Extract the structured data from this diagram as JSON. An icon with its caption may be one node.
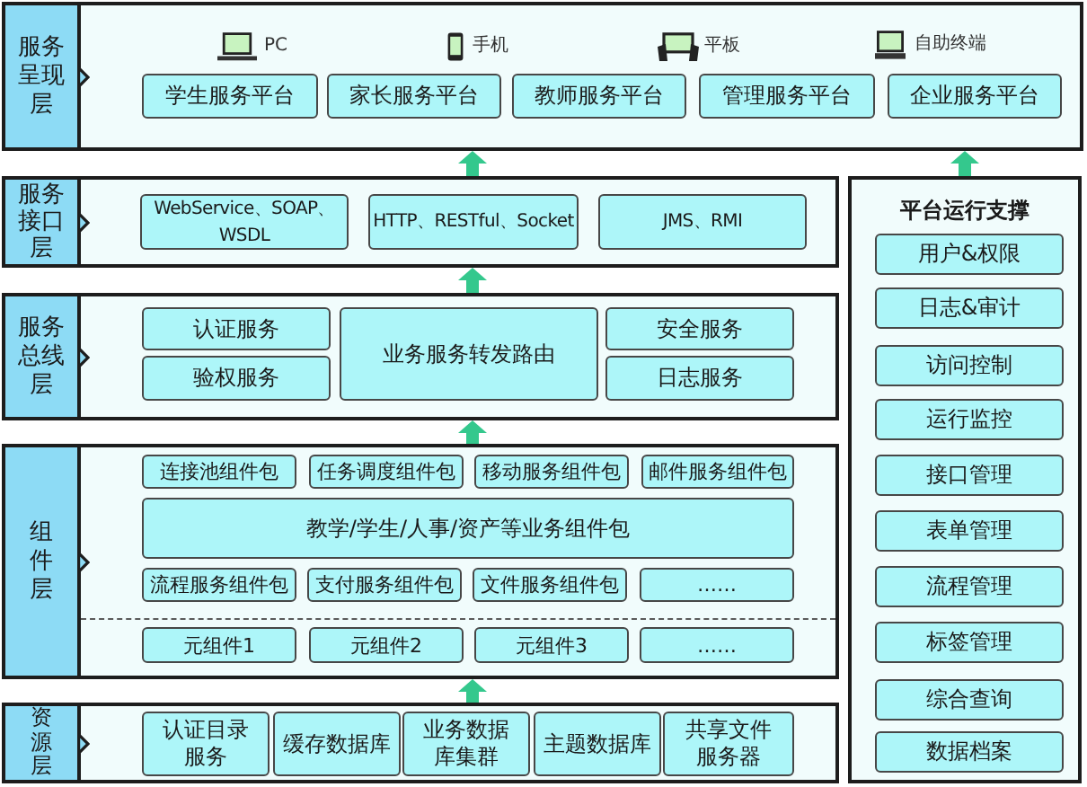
{
  "diagram": {
    "nodes": [
      {
        "text": [
          "服务呈现层"
        ]
      },
      {
        "text": [
          "学生服务平台"
        ],
        "in": 0
      },
      {
        "text": [
          "家长服务平台"
        ],
        "in": 0
      },
      {
        "text": [
          "教师服务平台"
        ],
        "in": 0
      },
      {
        "text": [
          "管理服务平台"
        ],
        "in": 0
      },
      {
        "text": [
          "企业服务平台"
        ],
        "in": 0
      },
      {
        "text": [
          "服务接口层"
        ]
      },
      {
        "text": [
          "WebService、SOAP、WSDL"
        ],
        "in": 6
      },
      {
        "text": [
          "HTTP、RESTful、Socket"
        ],
        "in": 6
      },
      {
        "text": [
          "JMS、RMI"
        ],
        "in": 6
      },
      {
        "text": [
          "服务总线层"
        ]
      },
      {
        "text": [
          "认证服务"
        ],
        "in": 10
      },
      {
        "text": [
          "业务服务转发路由"
        ],
        "in": 10
      },
      {
        "text": [
          "安全服务"
        ],
        "in": 10
      },
      {
        "text": [
          "验权服务"
        ],
        "in": 10
      },
      {
        "text": [
          "日志服务"
        ],
        "in": 10
      },
      {
        "text": [
          "组件层"
        ]
      },
      {
        "text": [
          "连接池组件包"
        ],
        "in": 16
      },
      {
        "text": [
          "任务调度组件包"
        ],
        "in": 16
      },
      {
        "text": [
          "移动服务组件包"
        ],
        "in": 16
      },
      {
        "text": [
          "邮件服务组件包"
        ],
        "in": 16
      },
      {
        "text": [
          "教学/学生/人事/资产等业务组件包"
        ],
        "in": 16
      },
      {
        "text": [
          "流程服务组件包"
        ],
        "in": 16
      },
      {
        "text": [
          "支付服务组件包"
        ],
        "in": 16
      },
      {
        "text": [
          "文件服务组件包"
        ],
        "in": 16
      },
      {
        "text": [
          "……"
        ],
        "in": 16
      },
      {
        "text": [
          "元组件1"
        ],
        "in": 16
      },
      {
        "text": [
          "元组件2"
        ],
        "in": 16
      },
      {
        "text": [
          "元组件3"
        ],
        "in": 16
      },
      {
        "text": [
          "……"
        ],
        "in": 16
      },
      {
        "text": [
          "资源层"
        ]
      },
      {
        "text": [
          "认证目录服务"
        ],
        "in": 30
      },
      {
        "text": [
          "缓存数据库"
        ],
        "in": 30
      },
      {
        "text": [
          "业务数据库集群"
        ],
        "in": 30
      },
      {
        "text": [
          "主题数据库"
        ],
        "in": 30
      },
      {
        "text": [
          "共享文件服务器"
        ],
        "in": 30
      },
      {
        "text": [
          "平台运行支撑"
        ]
      },
      {
        "text": [
          "用户&权限"
        ],
        "in": 36
      },
      {
        "text": [
          "日志&审计"
        ],
        "in": 36
      },
      {
        "text": [
          "访问控制"
        ],
        "in": 36
      },
      {
        "text": [
          "运行监控"
        ],
        "in": 36
      },
      {
        "text": [
          "接口管理"
        ],
        "in": 36
      },
      {
        "text": [
          "表单管理"
        ],
        "in": 36
      },
      {
        "text": [
          "流程管理"
        ],
        "in": 36
      },
      {
        "text": [
          "标签管理"
        ],
        "in": 36
      },
      {
        "text": [
          "综合查询"
        ],
        "in": 36
      },
      {
        "text": [
          "数据档案"
        ],
        "in": 36
      }
    ],
    "edges": [
      {
        "from": 6,
        "to": 0,
        "arrow": "to"
      },
      {
        "from": 36,
        "to": 0,
        "arrow": "to"
      },
      {
        "from": 10,
        "to": 6,
        "arrow": "to"
      },
      {
        "from": 16,
        "to": 10,
        "arrow": "to"
      },
      {
        "from": 30,
        "to": 16,
        "arrow": "to"
      }
    ],
    "labels": [
      "PC",
      "手机",
      "平板",
      "自助终端"
    ]
  }
}
